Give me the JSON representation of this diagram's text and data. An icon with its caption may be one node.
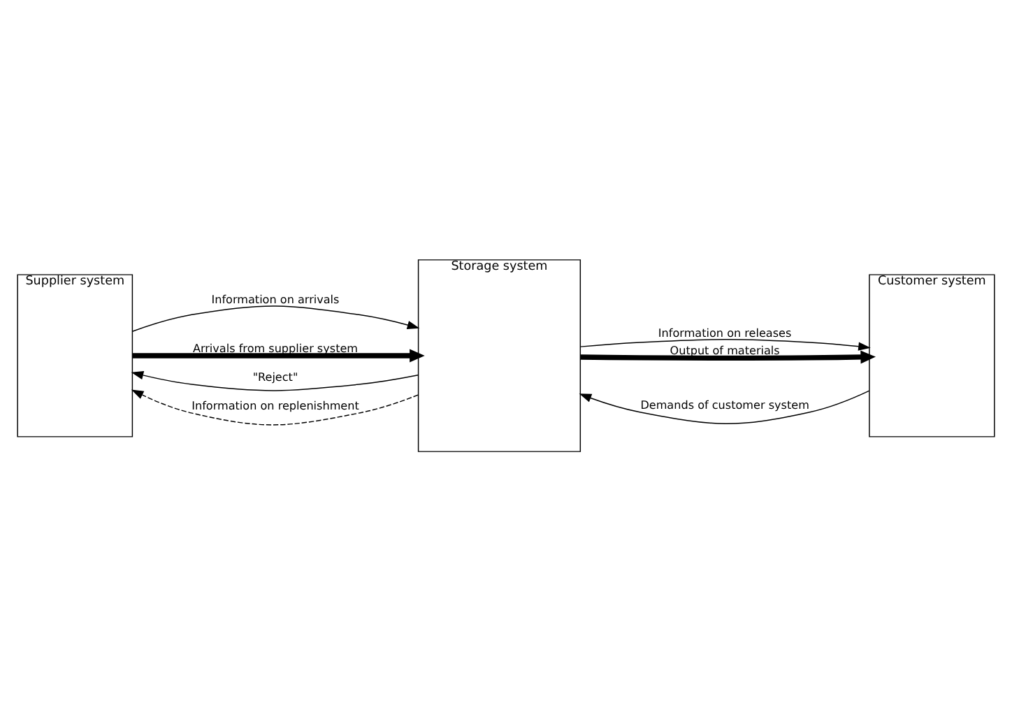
{
  "diagram": {
    "nodes": [
      {
        "text": [
          "Supplier system"
        ]
      },
      {
        "text": [
          "Storage system"
        ]
      },
      {
        "text": [
          "Customer system"
        ]
      }
    ],
    "edges": [
      {
        "from": 2,
        "to": 1,
        "arrow": "to",
        "label": "Demands of customer system"
      },
      {
        "from": 1,
        "to": 0,
        "arrow": "to",
        "label": "\"Reject\""
      },
      {
        "from": 1,
        "to": 0,
        "arrow": "to",
        "label": "Information on replenishment",
        "style": "dashed"
      },
      {
        "from": 0,
        "to": 1,
        "arrow": "to",
        "label": "Information on arrivals"
      },
      {
        "from": 0,
        "to": 1,
        "arrow": "to",
        "label": "Arrivals from supplier system",
        "style": "thick"
      },
      {
        "from": 1,
        "to": 2,
        "arrow": "to",
        "label": "Information on releases"
      },
      {
        "from": 1,
        "to": 2,
        "arrow": "to",
        "label": "Output of materials",
        "style": "thick"
      }
    ]
  }
}
